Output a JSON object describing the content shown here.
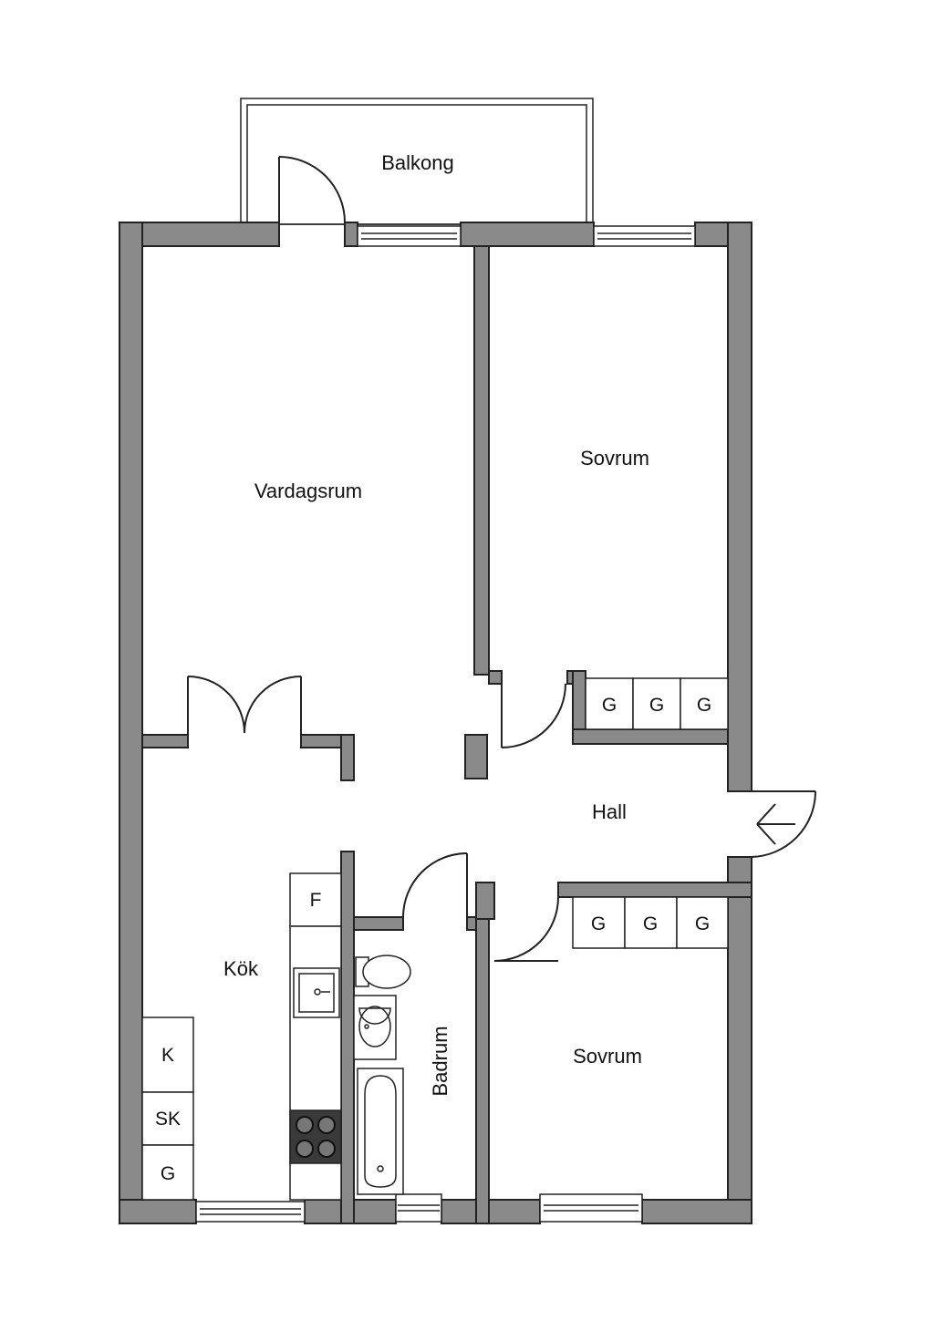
{
  "rooms": {
    "balkong": "Balkong",
    "vardagsrum": "Vardagsrum",
    "sovrum_top": "Sovrum",
    "hall": "Hall",
    "kok": "Kök",
    "badrum": "Badrum",
    "sovrum_bottom": "Sovrum"
  },
  "closets": {
    "top": [
      "G",
      "G",
      "G"
    ],
    "bottom": [
      "G",
      "G",
      "G"
    ],
    "kitchen_fridge": "F",
    "kitchen_column": [
      "K",
      "SK",
      "G"
    ]
  },
  "colors": {
    "wall": "#8a8a8a",
    "stroke": "#222222",
    "background": "#ffffff",
    "stove": "#3a3a3a"
  }
}
